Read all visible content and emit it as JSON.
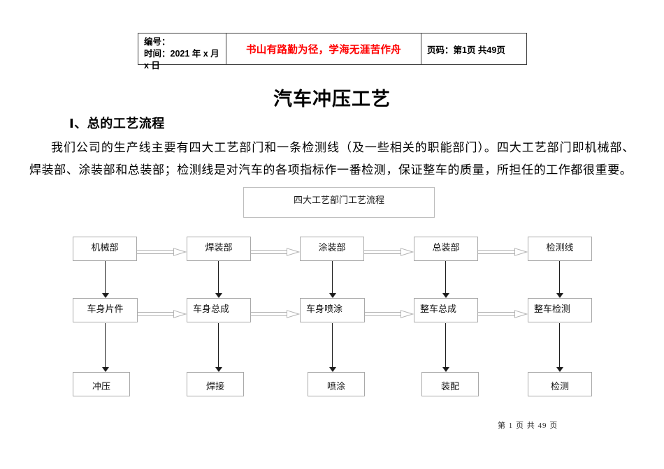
{
  "header_table": {
    "number_label": "编号：",
    "time_label": "时间：2021 年 x 月 x 日",
    "motto": "书山有路勤为径，学海无涯苦作舟",
    "motto_color": "#ff0000",
    "page_label": "页码：第1页 共49页"
  },
  "document": {
    "title": "汽车冲压工艺",
    "section_heading": "Ⅰ、总的工艺流程",
    "paragraph": "我们公司的生产线主要有四大工艺部门和一条检测线（及一些相关的职能部门）。四大工艺部门即机械部、焊装部、涂装部和总装部；检测线是对汽车的各项指标作一番检测，保证整车的质量，所担任的工作都很重要。",
    "footer_page_label": "第 1 页 共 49 页"
  },
  "diagram": {
    "title": "四大工艺部门工艺流程",
    "columns": [
      {
        "dept": "机械部",
        "stage": "车身片件",
        "process": "冲压"
      },
      {
        "dept": "焊装部",
        "stage": "车身总成",
        "process": "焊接"
      },
      {
        "dept": "涂装部",
        "stage": "车身喷涂",
        "process": "喷涂"
      },
      {
        "dept": "总装部",
        "stage": "整车总成",
        "process": "装配"
      },
      {
        "dept": "检测线",
        "stage": "整车检测",
        "process": "检测"
      }
    ],
    "box_border_color": "#a9a9a9",
    "horizontal_arrow_color": "#b3b3b3",
    "vertical_arrow_color": "#1c1c1c"
  }
}
